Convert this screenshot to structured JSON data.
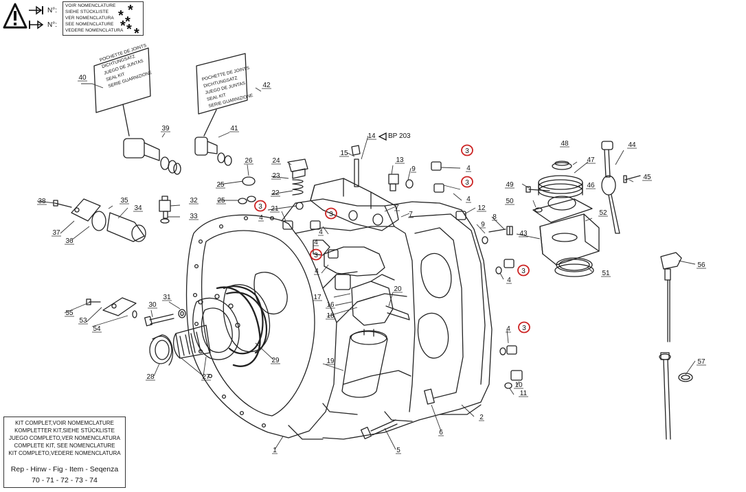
{
  "header": {
    "arrow_ref_1": "N°:",
    "arrow_ref_2": "N°:",
    "nomenclature": [
      "VOIR NOMENCLATURE",
      "SIEHE STÜCKLISTE",
      "VER NOMENCLATURA",
      "SEE NOMENCLATURE",
      "VEDERE NOMENCLATURA"
    ],
    "stars": [
      "*",
      "*",
      "*",
      "*",
      "*",
      "*"
    ]
  },
  "seal_kits": [
    {
      "ref": "40",
      "lines": [
        "POCHETTE DE JOINTS",
        "DICHTUNGSATZ",
        "JUEGO DE JUNTAS",
        "SEAL KIT",
        "SERIE GUARNIZIONE"
      ]
    },
    {
      "ref": "42",
      "lines": [
        "POCHETTE DE JOINTS",
        "DICHTUNGSATZ",
        "JUEGO DE JUNTAS",
        "SEAL KIT",
        "SERIE GUARNIZIONE"
      ]
    }
  ],
  "kit_box": {
    "lines": [
      "KIT COMPLET,VOIR NOMEMCLATURE",
      "KOMPLETTER KIT,SIEHE STÜCKLISTE",
      "JUEGO COMPLETO,VER NOMENCLATURA",
      "COMPLETE KIT, SEE NOMENCLATURE",
      "KIT COMPLETO,VEDERE NOMENCLATURA"
    ],
    "sequence_label": "Rep - Hinw - Fig - Item - Seqenza",
    "sequence_values": "70 - 71 - 72 - 73 - 74"
  },
  "bp_ref": "BP 203",
  "highlight_color": "#cc2222",
  "callouts": [
    {
      "label": "1"
    },
    {
      "label": "2"
    },
    {
      "label": "3",
      "circled": true
    },
    {
      "label": "3",
      "circled": true
    },
    {
      "label": "3",
      "circled": true
    },
    {
      "label": "3",
      "circled": true
    },
    {
      "label": "3",
      "circled": true
    },
    {
      "label": "3",
      "circled": true
    },
    {
      "label": "3",
      "circled": true
    },
    {
      "label": "4"
    },
    {
      "label": "4"
    },
    {
      "label": "4"
    },
    {
      "label": "4"
    },
    {
      "label": "4"
    },
    {
      "label": "4"
    },
    {
      "label": "4"
    },
    {
      "label": "4"
    },
    {
      "label": "5"
    },
    {
      "label": "6"
    },
    {
      "label": "7"
    },
    {
      "label": "7"
    },
    {
      "label": "8"
    },
    {
      "label": "9"
    },
    {
      "label": "9"
    },
    {
      "label": "10"
    },
    {
      "label": "11"
    },
    {
      "label": "12"
    },
    {
      "label": "13"
    },
    {
      "label": "14"
    },
    {
      "label": "15"
    },
    {
      "label": "16"
    },
    {
      "label": "17"
    },
    {
      "label": "18"
    },
    {
      "label": "19"
    },
    {
      "label": "20"
    },
    {
      "label": "21"
    },
    {
      "label": "22"
    },
    {
      "label": "23"
    },
    {
      "label": "24"
    },
    {
      "label": "25"
    },
    {
      "label": "25"
    },
    {
      "label": "26"
    },
    {
      "label": "27"
    },
    {
      "label": "28"
    },
    {
      "label": "29"
    },
    {
      "label": "30"
    },
    {
      "label": "31"
    },
    {
      "label": "32"
    },
    {
      "label": "33"
    },
    {
      "label": "34"
    },
    {
      "label": "35"
    },
    {
      "label": "36"
    },
    {
      "label": "37"
    },
    {
      "label": "38"
    },
    {
      "label": "39"
    },
    {
      "label": "40"
    },
    {
      "label": "41"
    },
    {
      "label": "42"
    },
    {
      "label": "43"
    },
    {
      "label": "44"
    },
    {
      "label": "45"
    },
    {
      "label": "46"
    },
    {
      "label": "47"
    },
    {
      "label": "48"
    },
    {
      "label": "49"
    },
    {
      "label": "50"
    },
    {
      "label": "51"
    },
    {
      "label": "52"
    },
    {
      "label": "53"
    },
    {
      "label": "54"
    },
    {
      "label": "55"
    },
    {
      "label": "56"
    },
    {
      "label": "57"
    }
  ]
}
